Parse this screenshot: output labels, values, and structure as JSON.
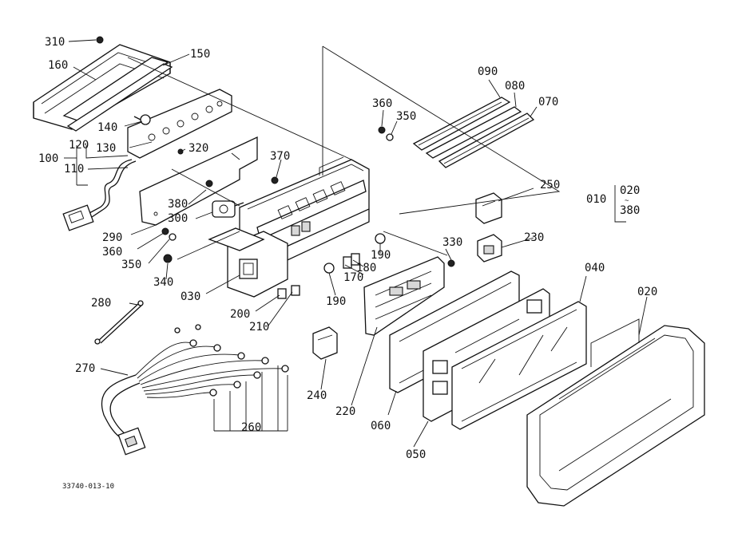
{
  "diagram_code": "33740-013-10",
  "labels": {
    "p310": "310",
    "p160": "160",
    "p150": "150",
    "p140": "140",
    "p130": "130",
    "p120": "120",
    "p110": "110",
    "p100": "100",
    "p320": "320",
    "p370": "370",
    "p360a": "360",
    "p350a": "350",
    "p090": "090",
    "p080": "080",
    "p070": "070",
    "p250": "250",
    "p010": "010",
    "p020a": "020",
    "p380a": "380",
    "p380b": "380",
    "p300": "300",
    "p290": "290",
    "p360b": "360",
    "p350b": "350",
    "p340": "340",
    "p030": "030",
    "p330": "330",
    "p230": "230",
    "p190a": "190",
    "p180": "180",
    "p170": "170",
    "p190b": "190",
    "p200": "200",
    "p210": "210",
    "p280": "280",
    "p270": "270",
    "p240": "240",
    "p220": "220",
    "p260": "260",
    "p060": "060",
    "p050": "050",
    "p040": "040",
    "p020b": "020"
  }
}
